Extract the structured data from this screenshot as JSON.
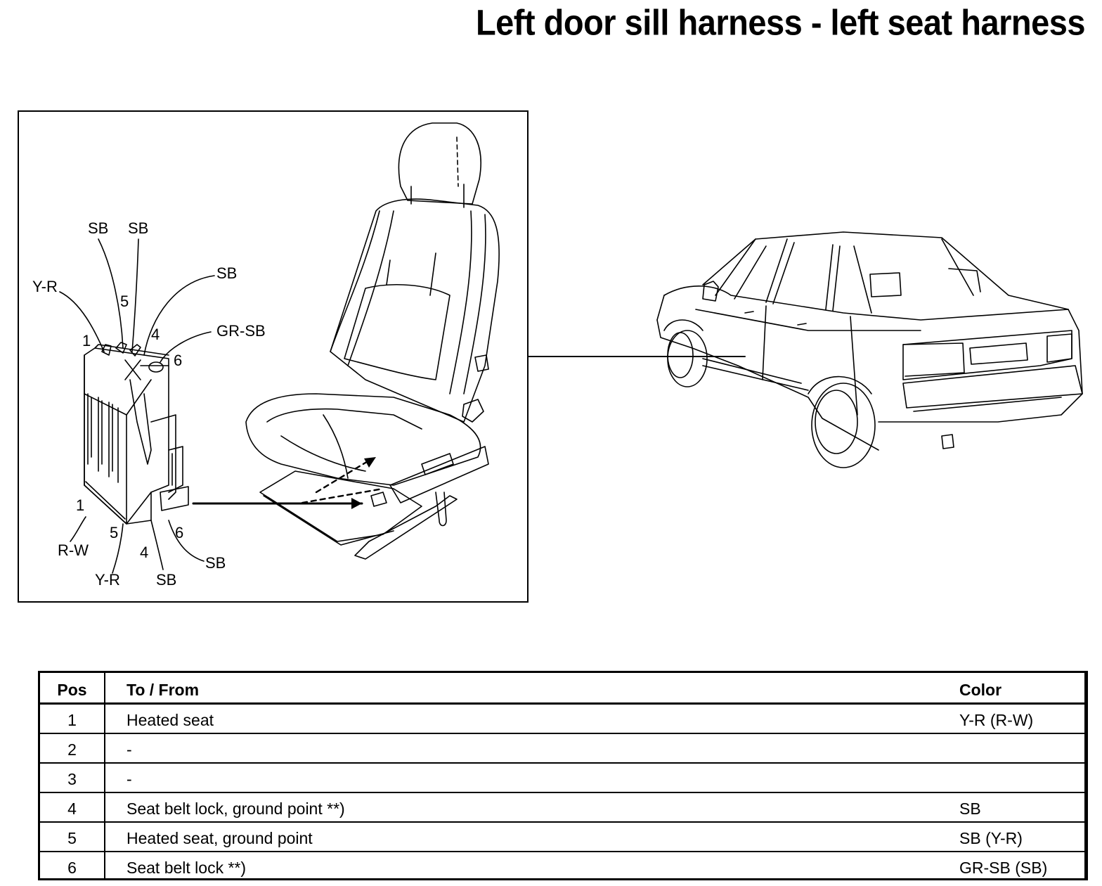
{
  "title": "Left door sill harness - left seat harness",
  "connector_labels": {
    "top_sb_a": "SB",
    "top_sb_b": "SB",
    "top_sb_c": "SB",
    "top_yr": "Y-R",
    "top_grsb": "GR-SB",
    "top_pin_1": "1",
    "top_pin_5": "5",
    "top_pin_4": "4",
    "top_pin_6": "6",
    "bot_pin_1": "1",
    "bot_pin_5": "5",
    "bot_pin_4": "4",
    "bot_pin_6": "6",
    "bot_rw": "R-W",
    "bot_yr": "Y-R",
    "bot_sb_a": "SB",
    "bot_sb_b": "SB"
  },
  "table": {
    "headers": {
      "pos": "Pos",
      "to_from": "To / From",
      "color": "Color"
    },
    "rows": [
      {
        "pos": "1",
        "to_from": "Heated seat",
        "color": "Y-R (R-W)"
      },
      {
        "pos": "2",
        "to_from": "-",
        "color": ""
      },
      {
        "pos": "3",
        "to_from": "-",
        "color": ""
      },
      {
        "pos": "4",
        "to_from": "Seat belt lock, ground point **)",
        "color": "SB"
      },
      {
        "pos": "5",
        "to_from": "Heated seat, ground point",
        "color": "SB (Y-R)"
      },
      {
        "pos": "6",
        "to_from": "Seat belt lock **)",
        "color": "GR-SB (SB)"
      }
    ]
  }
}
